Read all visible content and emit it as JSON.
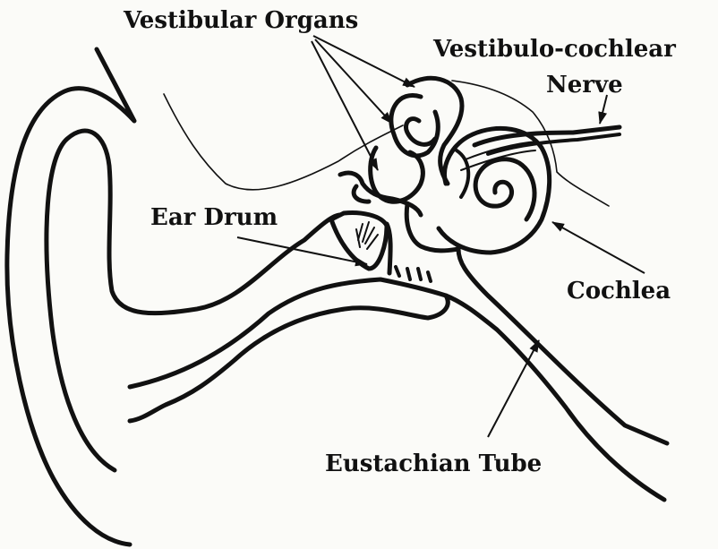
{
  "labels": {
    "vestibular_organs": "Vestibular Organs",
    "vestibulo_cochlear_line1": "Vestibulo-cochlear",
    "vestibulo_cochlear_line2": "Nerve",
    "ear_drum": "Ear Drum",
    "cochlea": "Cochlea",
    "eustachian_tube": "Eustachian Tube"
  },
  "colors": {
    "ink": "#111111",
    "paper": "#fbfbf8"
  }
}
